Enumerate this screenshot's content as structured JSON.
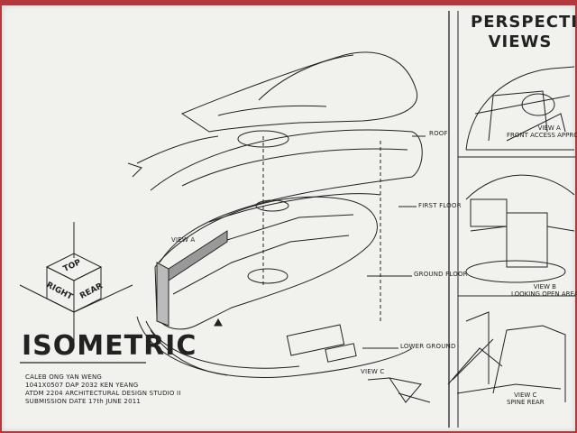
{
  "sheet": {
    "main_title": "ISOMETRIC",
    "side_title_line1": "PERSPECTIVE",
    "side_title_line2": "VIEWS"
  },
  "floor_labels": {
    "roof": "ROOF",
    "first_floor": "FIRST FLOOR",
    "ground_floor": "GROUND FLOOR",
    "lower_ground": "LOWER GROUND"
  },
  "plan_marks": {
    "view_a": "VIEW A",
    "view_c": "VIEW C"
  },
  "cube": {
    "top": "TOP",
    "right": "RIGHT",
    "rear": "REAR"
  },
  "perspective_views": [
    {
      "caption_line1": "VIEW A",
      "caption_line2": "FRONT ACCESS APPROACH"
    },
    {
      "caption_line1": "VIEW B",
      "caption_line2": "LOOKING OPEN AREA"
    },
    {
      "caption_line1": "VIEW C",
      "caption_line2": "SPINE REAR"
    }
  ],
  "student_info": {
    "line1": "CALEB ONG YAN WENG",
    "line2": "1041X0507   DAP 2032   KEN YEANG",
    "line3": "ATDM 2204  ARCHITECTURAL DESIGN STUDIO II",
    "line4": "SUBMISSION DATE 17th JUNE 2011"
  }
}
